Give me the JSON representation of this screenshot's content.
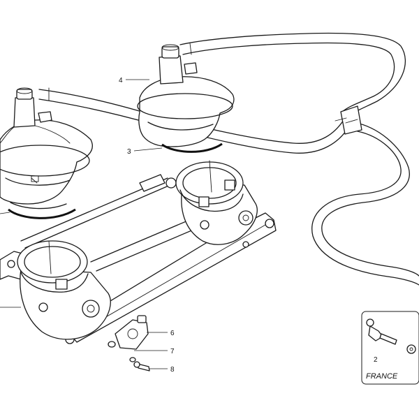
{
  "callouts": {
    "c2": "2",
    "c3": "3",
    "c4": "4",
    "c6": "6",
    "c7": "7",
    "c8": "8"
  },
  "inset": {
    "caption": "FRANCE",
    "callout": "2"
  }
}
